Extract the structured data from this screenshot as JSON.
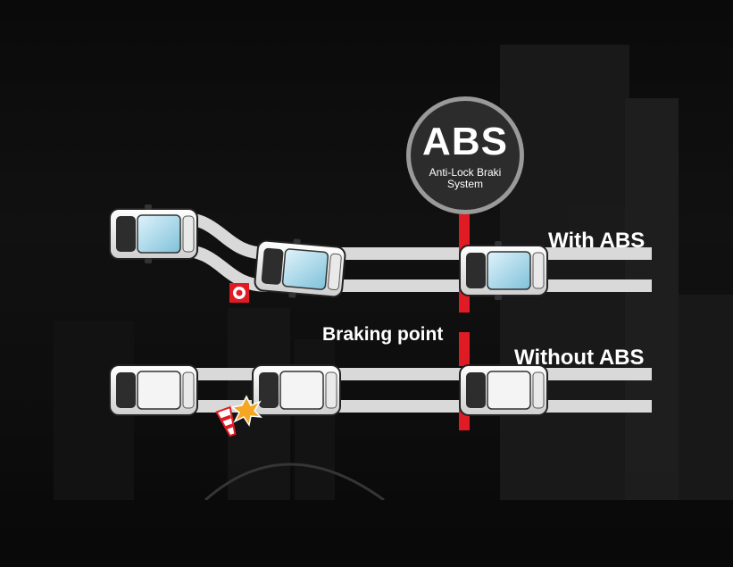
{
  "badge": {
    "title": "ABS",
    "subtitle_line1": "Anti-Lock Braki",
    "subtitle_line2": "System"
  },
  "labels": {
    "with_abs": "With ABS",
    "without_abs": "Without ABS",
    "braking_point": "Braking point"
  },
  "colors": {
    "braking_line": "#e01b24",
    "road": "#d9d9d9",
    "badge_bg": "#2c2c2c",
    "badge_ring": "#9a9a9a",
    "obstacle_marker": "#e01b24",
    "impact_burst": "#f5a623"
  },
  "icons": {
    "obstacle": "target-icon",
    "cone": "traffic-cone-icon",
    "impact": "impact-burst-icon",
    "car": "car-top-view-icon"
  }
}
